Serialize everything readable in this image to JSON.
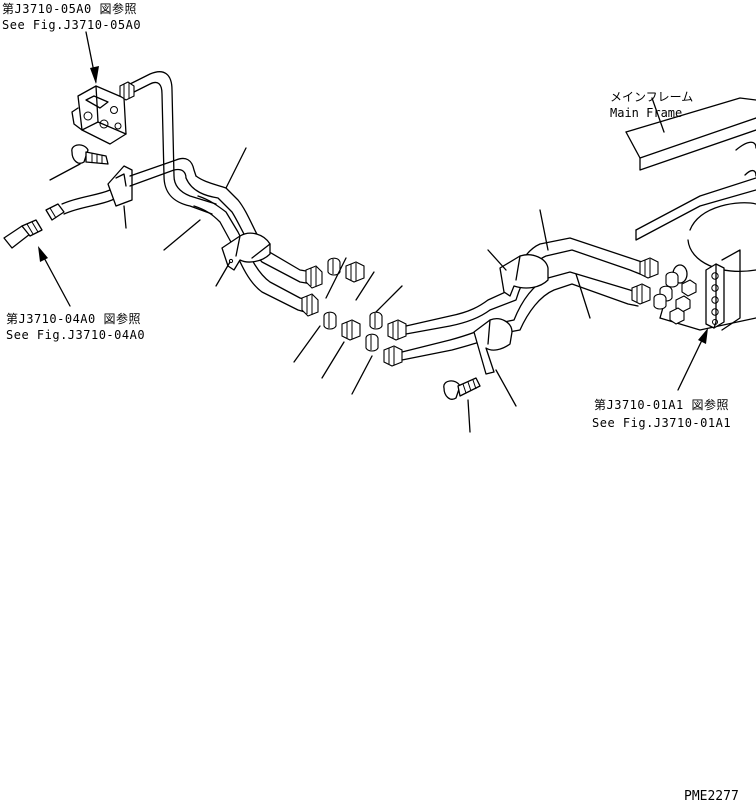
{
  "callouts": {
    "pilot_valve": {
      "ja": "第J3710-05A0 図参照",
      "en": "See Fig.J3710-05A0"
    },
    "left_hose": {
      "ja": "第J3710-04A0 図参照",
      "en": "See Fig.J3710-04A0"
    },
    "main_block": {
      "ja": "第J3710-01A1 図参照",
      "en": "See Fig.J3710-01A1"
    }
  },
  "main_frame": {
    "ja": "メインフレーム",
    "en": "Main Frame"
  },
  "drawing_code": "PME2277"
}
